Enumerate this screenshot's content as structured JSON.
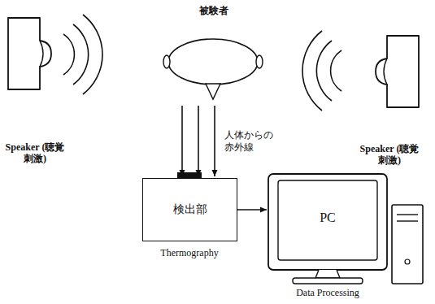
{
  "diagram": {
    "nodes": [
      {
        "text": [
          "被験者"
        ]
      },
      {
        "text": [
          "Speaker (聴覚刺激)"
        ]
      },
      {
        "text": [
          "Speaker (聴覚刺激)"
        ]
      },
      {
        "text": [
          "検出部",
          "Thermography"
        ]
      },
      {
        "text": [
          "PC",
          "Data Processing"
        ]
      }
    ],
    "edges": [
      {
        "from": 0,
        "to": 3,
        "arrow": "to",
        "label": "人体からの赤外線"
      },
      {
        "from": 3,
        "to": 4,
        "arrow": "to"
      }
    ]
  }
}
